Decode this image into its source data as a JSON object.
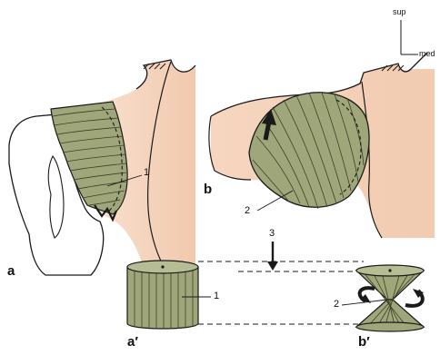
{
  "orientation": {
    "up_label": "sup",
    "side_label": "med"
  },
  "panels": {
    "a": "a",
    "b": "b",
    "a_prime": "a′",
    "b_prime": "b′"
  },
  "callouts": {
    "a_1": "1",
    "b_2": "2",
    "a_prime_1": "1",
    "b_prime_2": "2",
    "arrow_3": "3"
  },
  "colors": {
    "background": "#ffffff",
    "tissue": "#f1c9ad",
    "tissue_light": "#fbe7d8",
    "muscle": "#9fa77a",
    "muscle_dark": "#5c6240",
    "outline": "#1a1a1a"
  }
}
